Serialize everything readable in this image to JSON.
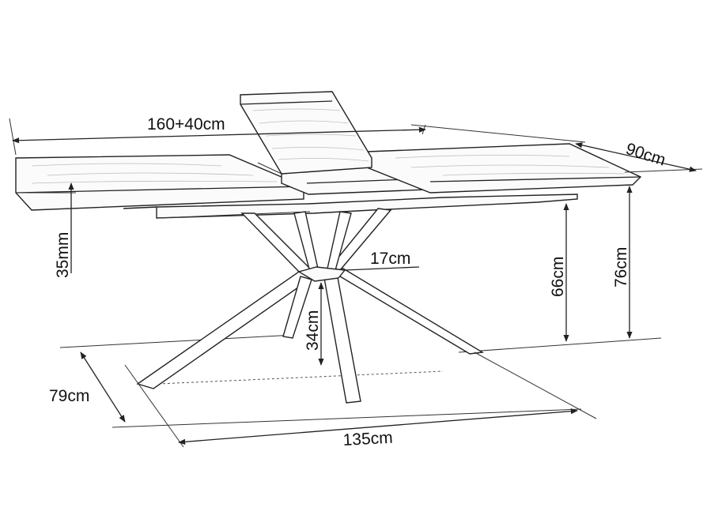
{
  "dimensions": {
    "length": "160+40cm",
    "width": "90cm",
    "top_thickness": "35mm",
    "leg_spread": "17cm",
    "height_under_frame": "66cm",
    "total_height": "76cm",
    "leg_junction_height": "34cm",
    "base_depth": "79cm",
    "base_length": "135cm"
  }
}
